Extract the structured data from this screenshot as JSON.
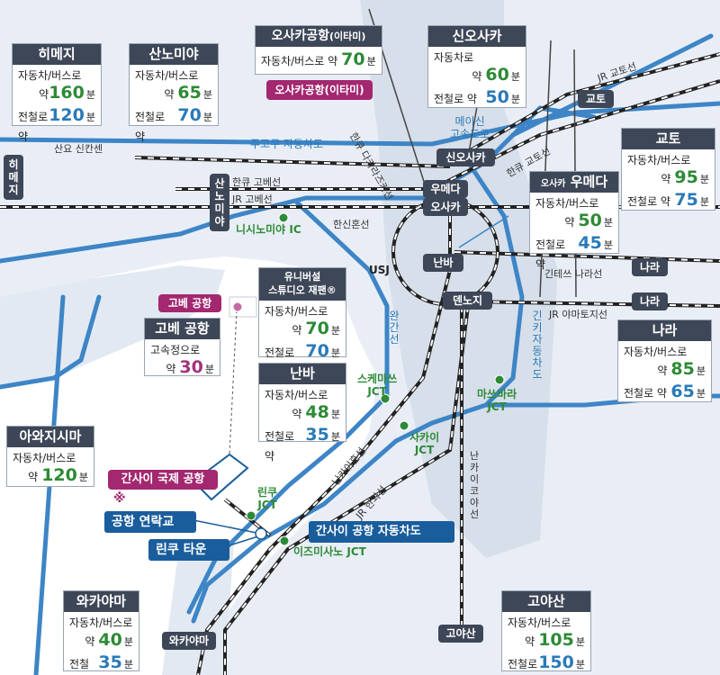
{
  "cards": {
    "himeji": {
      "title": "히메지",
      "r1": "자동차/버스로",
      "r2_prefix": "약",
      "r2_value": "160",
      "r2_unit": "분",
      "r3_prefix": "전철로 약",
      "r3_value": "120",
      "r3_unit": "분"
    },
    "sannomiya": {
      "title": "산노미야",
      "r1": "자동차/버스로",
      "r2_prefix": "약",
      "r2_value": "65",
      "r2_unit": "분",
      "r3_prefix": "전철로 약",
      "r3_value": "70",
      "r3_unit": "분"
    },
    "osaka_itami": {
      "title_main": "오사카공항",
      "title_sub": "(이타미)",
      "r1_prefix": "자동차/버스로 약",
      "r1_value": "70",
      "r1_unit": "분"
    },
    "shin_osaka": {
      "title": "신오사카",
      "r1": "자동차로",
      "r2_prefix": "약",
      "r2_value": "60",
      "r2_unit": "분",
      "r3_prefix": "전철로 약",
      "r3_value": "50",
      "r3_unit": "분"
    },
    "kyoto": {
      "title": "교토",
      "r1": "자동차/버스로",
      "r2_prefix": "약",
      "r2_value": "95",
      "r2_unit": "분",
      "r3_prefix": "전철로 약",
      "r3_value": "75",
      "r3_unit": "분"
    },
    "osaka_umeda": {
      "title_sub": "오사카",
      "title_main": "우메다",
      "r1": "자동차/버스로",
      "r2_prefix": "약",
      "r2_value": "50",
      "r2_unit": "분",
      "r3_prefix": "전철로 약",
      "r3_value": "45",
      "r3_unit": "분"
    },
    "usj": {
      "title": "유니버설\n스튜디오 재팬®",
      "r1_prefix": "자동차/버스로",
      "r2_prefix": "약",
      "r2_value": "70",
      "r2_unit": "분",
      "r3_prefix": "전철로 약",
      "r3_value": "70",
      "r3_unit": "분"
    },
    "kobe_airport": {
      "title": "고베 공항",
      "r1": "고속정으로",
      "r2_prefix": "약",
      "r2_value": "30",
      "r2_unit": "분"
    },
    "namba": {
      "title": "난바",
      "r1": "자동차/버스로",
      "r2_prefix": "약",
      "r2_value": "48",
      "r2_unit": "분",
      "r3_prefix": "전철로 약",
      "r3_value": "35",
      "r3_unit": "분"
    },
    "nara": {
      "title": "나라",
      "r1": "자동차/버스로",
      "r2_prefix": "약",
      "r2_value": "85",
      "r2_unit": "분",
      "r3_prefix": "전철로 약",
      "r3_value": "65",
      "r3_unit": "분"
    },
    "awajishima": {
      "title": "아와지시마",
      "r1": "자동차/버스로",
      "r2_prefix": "약",
      "r2_value": "120",
      "r2_unit": "분"
    },
    "wakayama": {
      "title": "와카야마",
      "r1": "자동차/버스로",
      "r2_prefix": "약",
      "r2_value": "40",
      "r2_unit": "분",
      "r3_prefix": "전철로 약",
      "r3_value": "35",
      "r3_unit": "분"
    },
    "koyasan": {
      "title": "고야산",
      "r1": "자동차/버스로",
      "r2_prefix": "약",
      "r2_value": "105",
      "r2_unit": "분",
      "r3_prefix": "전철로 약",
      "r3_value": "150",
      "r3_unit": "분"
    }
  },
  "stations": {
    "kyoto": "교토",
    "shin_osaka": "신오사카",
    "umeda": "우메다",
    "osaka": "오사카",
    "namba": "난바",
    "tennoji": "덴노지",
    "nara_1": "나라",
    "nara_2": "나라",
    "wakayama": "와카야마",
    "koyasan": "고야산",
    "himeji": [
      "히",
      "메",
      "지"
    ],
    "sannomiya": [
      "산",
      "노",
      "미",
      "야"
    ]
  },
  "airports": {
    "itami": "오사카공항(이타미)",
    "kobe": "고베 공항",
    "kansai": "간사이 국제 공항"
  },
  "boxes": {
    "bridge": "공항 연락교",
    "rinku_town": "린쿠 타운",
    "kix_expressway": "간사이 공항 자동차도"
  },
  "labels": {
    "jr_kyoto_line": "JR 교토선",
    "sanyo_shinkansen": "산요 신칸센",
    "meishin": "메이신\n고속도로",
    "chugoku_expressway": "주고쿠 자동차도",
    "hankyu_takarazuka": "한큐 다카라즈카선",
    "hankyu_kyoto": "한큐 교토선",
    "hankyu_kobe": "한큐 고베선",
    "jr_kobe": "JR 고베선",
    "hanshin": "한신혼선",
    "kintetsu_nara": "긴테쓰 나라선",
    "jr_yamatoji": "JR 야마토지선",
    "usj": "USJ",
    "nishinomiya_ic": "니시노미야 IC",
    "kinki_expressway": [
      "긴",
      "키",
      " ",
      "자",
      "동",
      "차",
      "도"
    ],
    "kanki_line": [
      "완",
      "간",
      "선"
    ],
    "nankai_koya": [
      "난",
      "카",
      "이",
      "코",
      "야",
      "선"
    ],
    "nankai_main": "난카이혼선",
    "jr_hanwa": "JR 한와선",
    "sakai_jct": "사카이\nJCT",
    "suminoe_jct": "스케마쓰\nJCT",
    "matsubara_jct": "마쓰바라\nJCT",
    "rinku_jct": "린쿠\nJCT",
    "izumisano_jct": "이즈미사노 JCT",
    "note_mark": "※"
  }
}
